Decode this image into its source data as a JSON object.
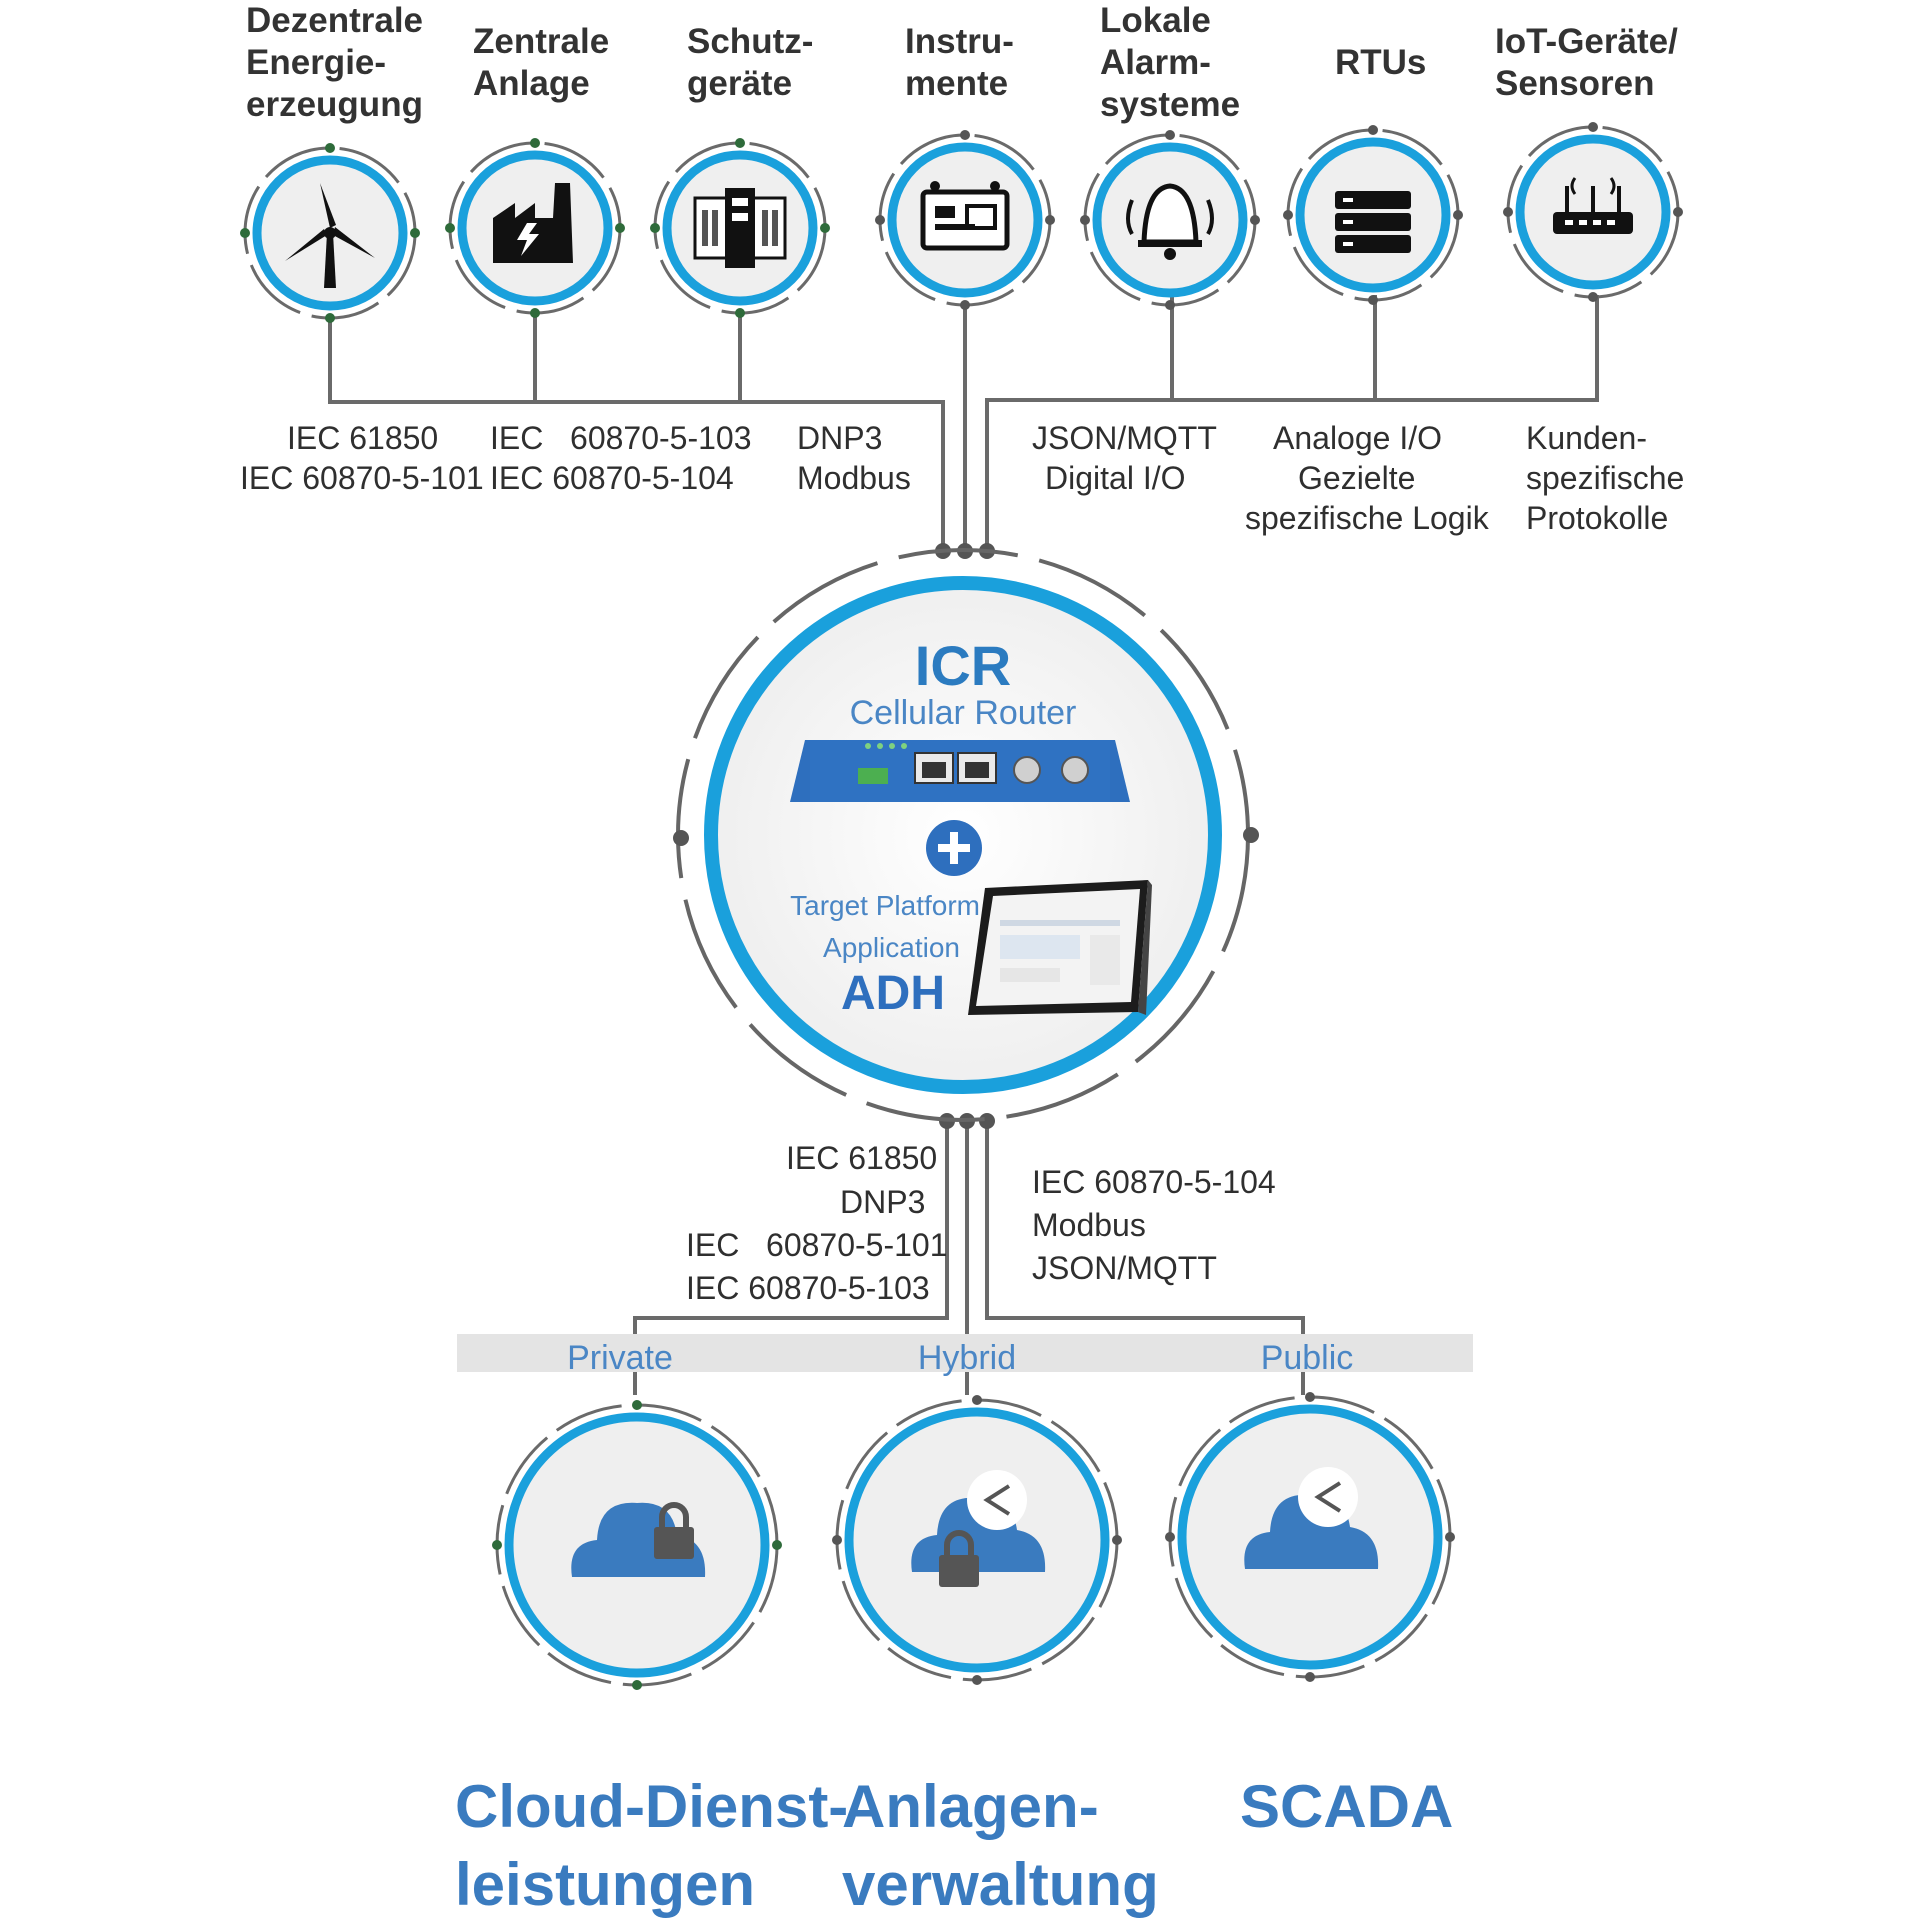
{
  "colors": {
    "accent": "#1aa0dc",
    "blue": "#3a7bbf",
    "line": "#6a6a6a",
    "band": "#e4e4e4",
    "router": "#2e6fbe"
  },
  "devices": [
    {
      "title": "Dezentrale\nEnergie-\nerzeugung",
      "icon": "wind-turbine-icon"
    },
    {
      "title": "Zentrale\nAnlage",
      "icon": "power-plant-icon"
    },
    {
      "title": "Schutz-\ngeräte",
      "icon": "protection-device-icon"
    },
    {
      "title": "Instru-\nmente",
      "icon": "instrument-icon"
    },
    {
      "title": "Lokale\nAlarm-\nsysteme",
      "icon": "alarm-bell-icon"
    },
    {
      "title": "RTUs",
      "icon": "rtu-server-icon"
    },
    {
      "title": "IoT-Geräte/\nSensoren",
      "icon": "iot-router-icon"
    }
  ],
  "upper_protocols": {
    "group1": [
      "IEC 61850",
      "IEC 60870-5-101"
    ],
    "group2": [
      "IEC   60870-5-103",
      "IEC 60870-5-104"
    ],
    "group3": [
      "DNP3",
      "Modbus"
    ],
    "group4": [
      "JSON/MQTT",
      "Digital I/O"
    ],
    "group5": [
      "Analoge I/O",
      "Gezielte",
      "spezifische Logik"
    ],
    "group6": [
      "Kunden-",
      "spezifische",
      "Protokolle"
    ]
  },
  "center": {
    "title": "ICR",
    "subtitle": "Cellular Router",
    "plus_icon": "plus-icon",
    "app_line1": "Target Platform",
    "app_line2": "Application",
    "app_name": "ADH"
  },
  "lower_protocols": {
    "left": [
      "IEC 61850",
      "DNP3",
      "IEC   60870-5-101",
      "IEC 60870-5-103"
    ],
    "right": [
      "IEC 60870-5-104",
      "Modbus",
      "JSON/MQTT"
    ]
  },
  "tiers": [
    "Private",
    "Hybrid",
    "Public"
  ],
  "outputs": [
    {
      "title": "Cloud-Dienst-\nleistungen",
      "icon": "cloud-lock-icon"
    },
    {
      "title": "Anlagen-\nverwaltung",
      "icon": "cloud-share-lock-icon"
    },
    {
      "title": "SCADA",
      "icon": "cloud-share-icon"
    }
  ]
}
